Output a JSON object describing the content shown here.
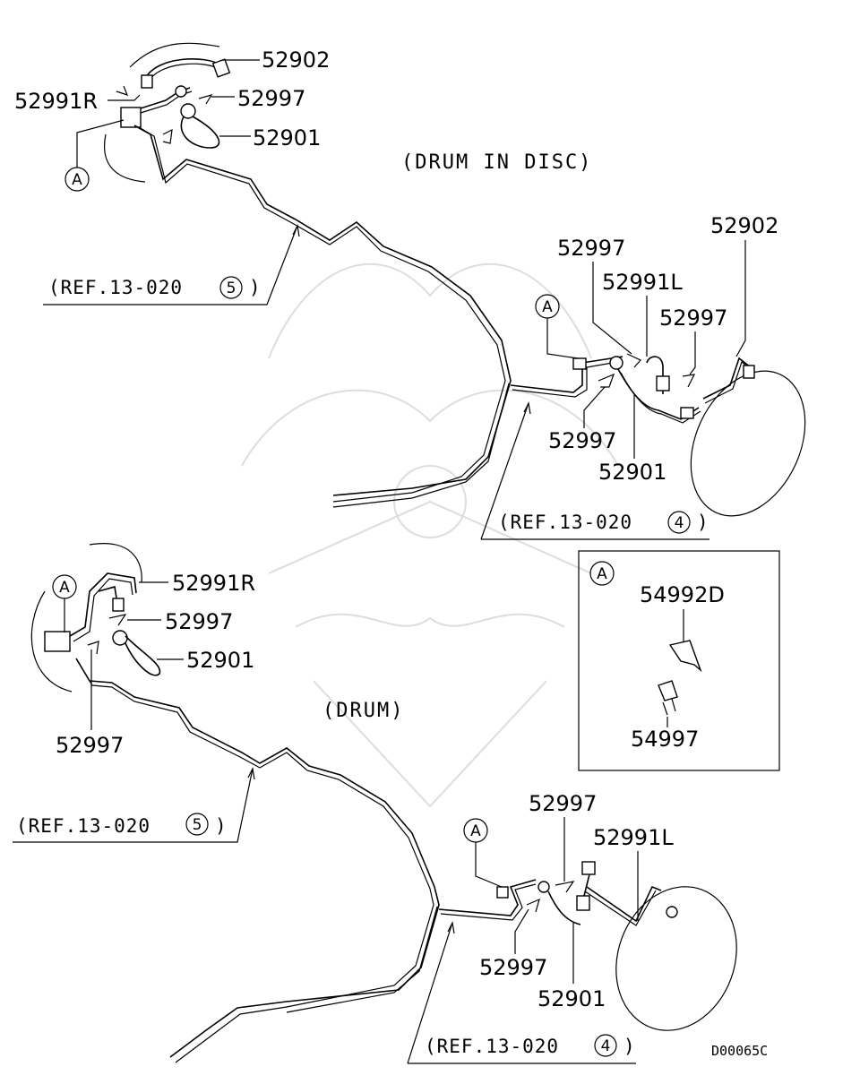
{
  "diagram": {
    "top": {
      "caption": "(DRUM IN DISC)",
      "labels": {
        "left_52902": "52902",
        "left_52991r": "52991R",
        "left_52997": "52997",
        "left_52901": "52901",
        "left_marker": "A",
        "ref_left": "(REF.13-020",
        "ref_left_num": "5",
        "right_52997_top": "52997",
        "right_52902": "52902",
        "right_52991l": "52991L",
        "right_52997_mid": "52997",
        "right_marker": "A",
        "right_52997_low": "52997",
        "right_52901": "52901",
        "ref_right": "(REF.13-020",
        "ref_right_num": "4"
      }
    },
    "detail_a": {
      "marker": "A",
      "label_top": "54992D",
      "label_bottom": "54997"
    },
    "bottom": {
      "caption": "(DRUM)",
      "labels": {
        "left_marker": "A",
        "left_52991r": "52991R",
        "left_52997": "52997",
        "left_52901": "52901",
        "left_52997_low": "52997",
        "ref_left": "(REF.13-020",
        "ref_left_num": "5",
        "right_marker": "A",
        "right_52997_top": "52997",
        "right_52991l": "52991L",
        "right_52997_low": "52997",
        "right_52901": "52901",
        "ref_right": "(REF.13-020",
        "ref_right_num": "4"
      }
    },
    "code": "D00065C",
    "close_paren": ")"
  }
}
